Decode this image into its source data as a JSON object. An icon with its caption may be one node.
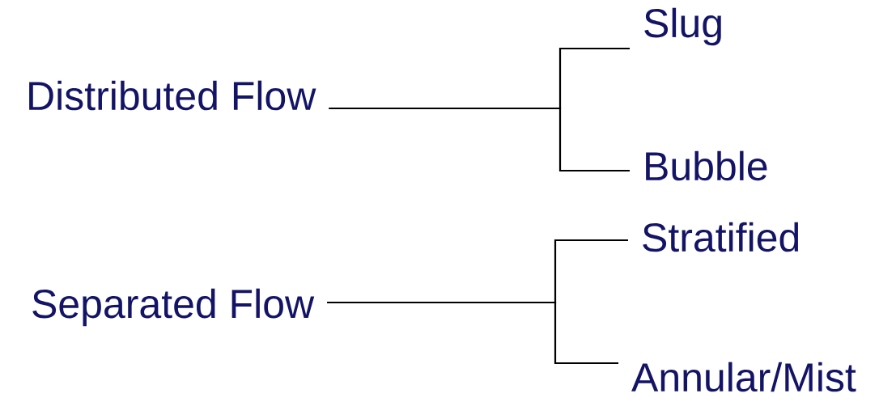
{
  "diagram": {
    "nodes": [
      {
        "text": [
          "Distributed Flow"
        ]
      },
      {
        "text": [
          "Slug"
        ]
      },
      {
        "text": [
          "Bubble"
        ]
      },
      {
        "text": [
          "Separated Flow"
        ]
      },
      {
        "text": [
          "Stratified"
        ]
      },
      {
        "text": [
          "Annular/Mist"
        ]
      }
    ],
    "edges": [
      {
        "from": 0,
        "to": 1,
        "arrow": "none"
      },
      {
        "from": 0,
        "to": 2,
        "arrow": "none"
      },
      {
        "from": 3,
        "to": 4,
        "arrow": "none"
      },
      {
        "from": 3,
        "to": 5,
        "arrow": "none"
      }
    ]
  }
}
